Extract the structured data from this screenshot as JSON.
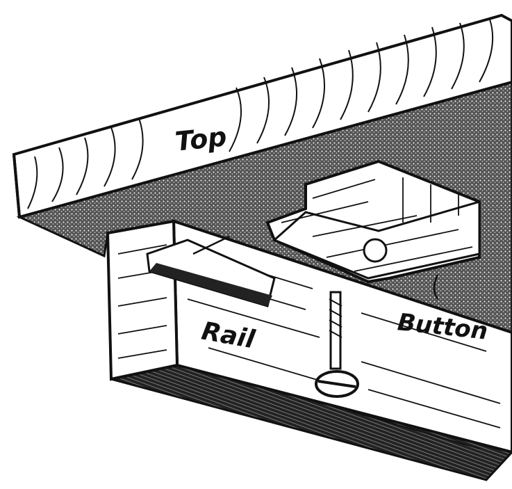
{
  "labels": {
    "top": "Top",
    "rail": "Rail",
    "button": "Button"
  },
  "colors": {
    "ink": "#111111",
    "paper": "#ffffff",
    "shade": "#6b6b6b"
  }
}
